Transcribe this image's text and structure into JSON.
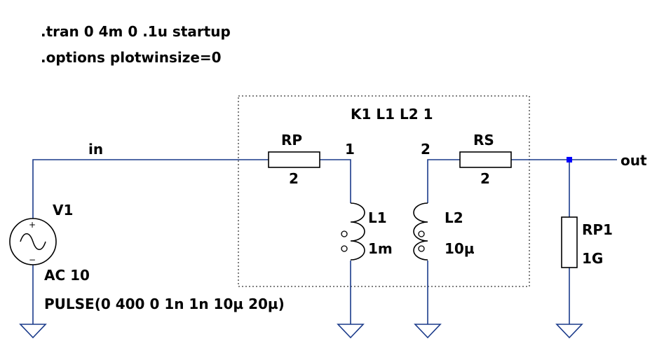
{
  "directives": {
    "tran": ".tran 0 4m 0 .1u startup",
    "options": ".options plotwinsize=0",
    "coupling": "K1 L1 L2 1"
  },
  "nets": {
    "in": "in",
    "out": "out",
    "n1": "1",
    "n2": "2"
  },
  "components": {
    "V1": {
      "name": "V1",
      "ac": "AC 10",
      "pulse": "PULSE(0 400 0 1n 1n 10µ 20µ)",
      "plus": "+",
      "minus": "−"
    },
    "RP": {
      "name": "RP",
      "value": "2"
    },
    "RS": {
      "name": "RS",
      "value": "2"
    },
    "L1": {
      "name": "L1",
      "value": "1m"
    },
    "L2": {
      "name": "L2",
      "value": "10µ"
    },
    "RP1": {
      "name": "RP1",
      "value": "1G"
    }
  },
  "colors": {
    "wire": "#1a3a8a",
    "junction": "#0000ff",
    "component": "#000000"
  }
}
